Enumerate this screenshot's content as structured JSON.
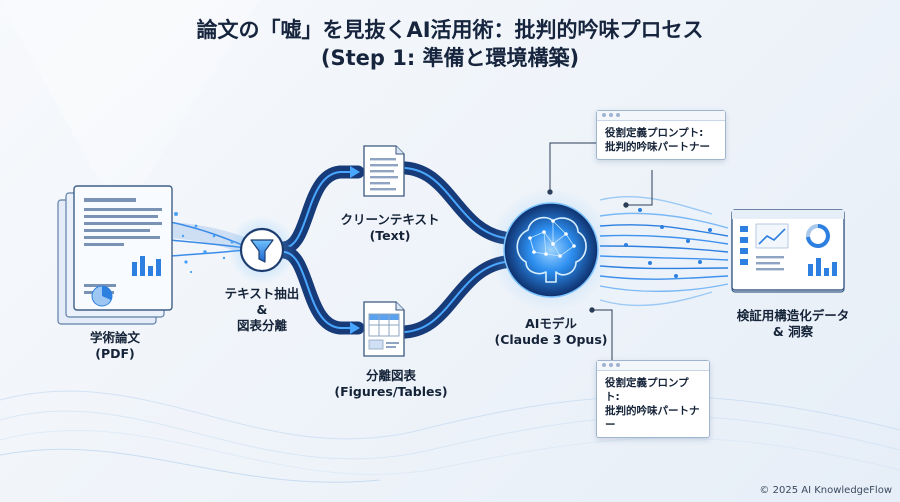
{
  "title": {
    "line1": "論文の「嘘」を見抜くAI活用術：批判的吟味プロセス",
    "line2": "(Step 1: 準備と環境構築)"
  },
  "nodes": {
    "input": {
      "line1": "学術論文",
      "line2": "(PDF)"
    },
    "extract": {
      "line1": "テキスト抽出",
      "line2": "&",
      "line3": "図表分離"
    },
    "text": {
      "line1": "クリーンテキスト",
      "line2": "(Text)"
    },
    "figures": {
      "line1": "分離図表",
      "line2": "(Figures/Tables)"
    },
    "model": {
      "line1": "AIモデル",
      "line2": "(Claude 3 Opus)"
    },
    "output": {
      "line1": "検証用構造化データ",
      "line2": "& 洞察"
    }
  },
  "notes": {
    "top": {
      "line1": "役割定義プロンプト:",
      "line2": "批判的吟味パートナー"
    },
    "bottom": {
      "line1": "役割定義プロンプト:",
      "line2": "批判的吟味パートナ",
      "line3": "ー"
    }
  },
  "footer": "© 2025 AI KnowledgeFlow",
  "colors": {
    "accent": "#1f6fd1",
    "glow": "#5ab0ff",
    "dark": "#16253d"
  }
}
